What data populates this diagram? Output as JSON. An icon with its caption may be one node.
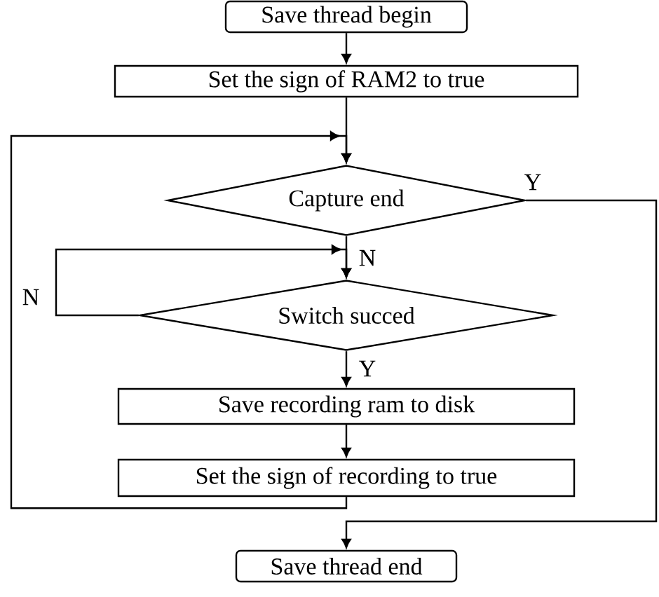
{
  "diagram": {
    "nodes": [
      {
        "text": [
          "Save thread begin"
        ]
      },
      {
        "text": [
          "Set the sign of RAM2 to true"
        ]
      },
      {
        "text": [
          "Capture end"
        ]
      },
      {
        "text": [
          "Switch succed"
        ]
      },
      {
        "text": [
          "Save recording ram to disk"
        ]
      },
      {
        "text": [
          "Set the sign of recording to true"
        ]
      },
      {
        "text": [
          "Save thread end"
        ]
      }
    ],
    "edges": [
      {
        "from": 0,
        "to": 1,
        "arrow": "to"
      },
      {
        "from": 1,
        "to": 2,
        "arrow": "to"
      },
      {
        "from": 2,
        "to": 3,
        "arrow": "to",
        "label": "N"
      },
      {
        "from": 3,
        "to": 3,
        "arrow": "to",
        "label": "N"
      },
      {
        "from": 3,
        "to": 4,
        "arrow": "to",
        "label": "Y"
      },
      {
        "from": 4,
        "to": 5,
        "arrow": "to"
      },
      {
        "from": 5,
        "to": 2,
        "arrow": "to"
      },
      {
        "from": 2,
        "to": 6,
        "arrow": "to",
        "label": "Y"
      }
    ]
  }
}
